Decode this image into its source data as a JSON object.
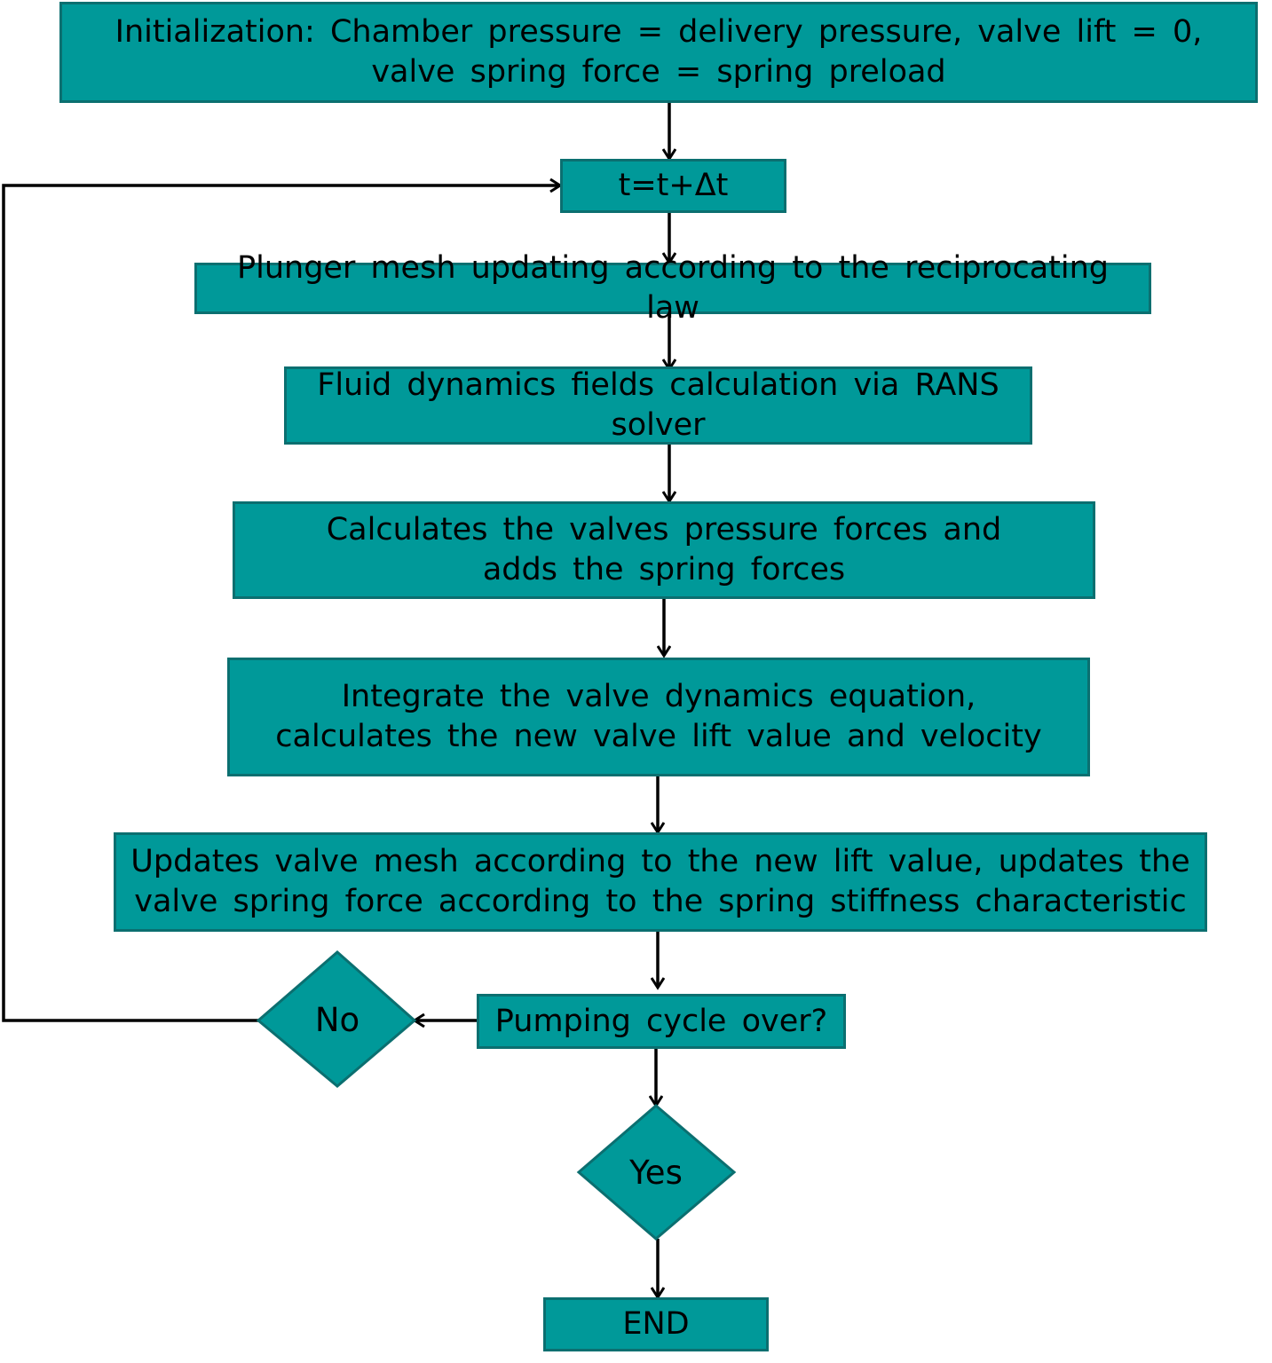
{
  "steps": {
    "init": "Initialization: Chamber pressure = delivery pressure, valve lift = 0, valve spring force = spring preload",
    "time_step": "t=t+Δt",
    "plunger_mesh": "Plunger mesh updating according to the reciprocating law",
    "fluid_dynamics": "Fluid dynamics fields calculation via RANS solver",
    "valve_forces": "Calculates the valves pressure forces and adds the spring forces",
    "integrate": "Integrate the valve dynamics equation, calculates the new valve lift value and velocity",
    "update_mesh": "Updates valve mesh according to the new lift value, updates the valve spring force according to the spring stiffness characteristic",
    "check": "Pumping cycle over?",
    "end": "END"
  },
  "decisions": {
    "no": "No",
    "yes": "Yes"
  },
  "colors": {
    "box_fill": "#009999",
    "box_border": "#0b6f70",
    "line": "#000000"
  }
}
